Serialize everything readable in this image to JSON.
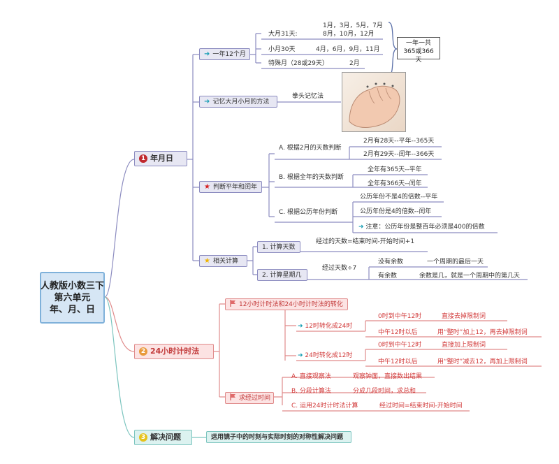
{
  "root": {
    "line1": "人教版小数三下",
    "line2": "第六单元",
    "line3": "年、月、日"
  },
  "colors": {
    "purple": "#8c8cc0",
    "pink": "#e08b8b",
    "teal": "#7cc5bf",
    "dark_red": "#c0282d"
  },
  "b1": {
    "num": "1",
    "title": "年月日",
    "months": {
      "title": "一年12个月",
      "big_label": "大月31天:",
      "big_line1": "1月，3月，5月，7月",
      "big_line2": "8月，10月，12月",
      "small_label": "小月30天",
      "small_value": "4月，6月，9月，11月",
      "special_label": "特殊月（28或29天）",
      "special_value": "2月",
      "summary_line1": "一年一共",
      "summary_line2": "365或366天"
    },
    "memory": {
      "title": "记忆大月小月的方法",
      "method": "拳头记忆法"
    },
    "judge": {
      "title": "判断平年和闰年",
      "a_title": "A. 根据2月的天数判断",
      "a1": "2月有28天--平年--365天",
      "a2": "2月有29天--闰年--366天",
      "b_title": "B. 根据全年的天数判断",
      "b1": "全年有365天--平年",
      "b2": "全年有366天--闰年",
      "c_title": "C. 根据公历年份判断",
      "c1": "公历年份不是4的倍数--平年",
      "c2": "公历年份是4的倍数--闰年",
      "c3": "注意：公历年份是整百年必须是400的倍数"
    },
    "calc": {
      "title": "相关计算",
      "days_title": "1. 计算天数",
      "days_formula": "经过的天数=结束时间-开始时间+1",
      "week_title": "2. 计算星期几",
      "week_formula": "经过天数÷7",
      "no_rem": "没有余数",
      "no_rem_result": "一个周期的最后一天",
      "has_rem": "有余数",
      "has_rem_result": "余数是几，就是一个周期中的第几天"
    }
  },
  "b2": {
    "num": "2",
    "title": "24小时计时法",
    "convert": {
      "title": "12小时计时法和24小时计时法的转化",
      "to24_title": "12时转化成24时",
      "to24_r1_a": "0时到中午12时",
      "to24_r1_b": "直接去掉限制词",
      "to24_r2_a": "中午12时以后",
      "to24_r2_b": "用“整时”加上12，再去掉限制词",
      "to12_title": "24时转化成12时",
      "to12_r1_a": "0时到中午12时",
      "to12_r1_b": "直接加上限制词",
      "to12_r2_a": "中午12时以后",
      "to12_r2_b": "用“整时”减去12，再加上限制词"
    },
    "elapsed": {
      "title": "求经过时间",
      "a": "A. 直接观察法",
      "a_desc": "观察钟面，直接数出结果",
      "b": "B. 分段计算法",
      "b_desc": "分成几段时间，求总和",
      "c": "C. 运用24时计时法计算",
      "c_desc": "经过时间=结束时间-开始时间"
    }
  },
  "b3": {
    "num": "3",
    "title": "解决问题",
    "desc": "运用镜子中的时刻与实际时刻的对称性解决问题"
  }
}
